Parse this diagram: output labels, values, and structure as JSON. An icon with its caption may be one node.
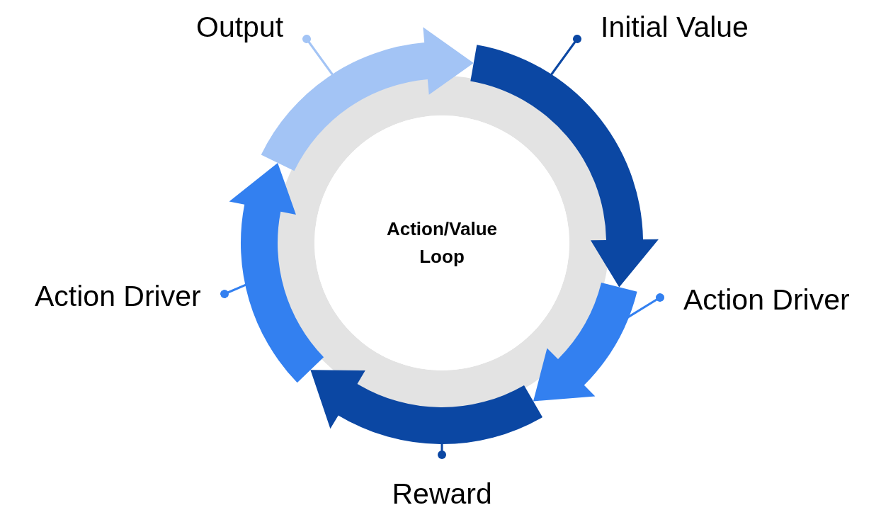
{
  "diagram": {
    "nodes": [
      {
        "text": [
          "Action/Value Loop"
        ]
      },
      {
        "text": [],
        "shape": "arrow"
      },
      {
        "text": [],
        "shape": "arrow"
      },
      {
        "text": [],
        "shape": "arrow"
      },
      {
        "text": [],
        "shape": "arrow"
      },
      {
        "text": [],
        "shape": "arrow"
      },
      {
        "text": [
          "Output"
        ]
      },
      {
        "text": [
          "Initial Value"
        ]
      },
      {
        "text": [
          "Action Driver"
        ]
      },
      {
        "text": [
          "Action Driver"
        ]
      },
      {
        "text": [
          "Reward"
        ]
      }
    ],
    "edges": [
      {
        "from": 6,
        "to": 5,
        "arrow": "other",
        "color": "#a3c4f5"
      },
      {
        "from": 7,
        "to": 1,
        "arrow": "other",
        "color": "#0b47a3"
      },
      {
        "from": 8,
        "to": 4,
        "arrow": "other",
        "color": "#3380f0"
      },
      {
        "from": 9,
        "to": 2,
        "arrow": "other",
        "color": "#3380f0"
      },
      {
        "from": 10,
        "to": 3,
        "arrow": "other",
        "color": "#0b47a3"
      }
    ]
  }
}
